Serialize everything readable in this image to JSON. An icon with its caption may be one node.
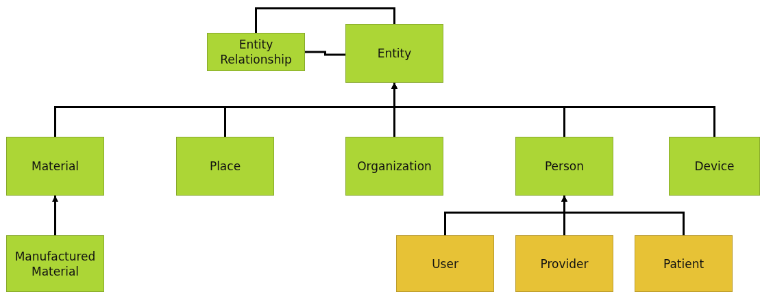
{
  "diagram": {
    "nodes": [
      {
        "text": [
          "Entity Relationship"
        ]
      },
      {
        "text": [
          "Entity"
        ]
      },
      {
        "text": [
          "Material"
        ]
      },
      {
        "text": [
          "Place"
        ]
      },
      {
        "text": [
          "Organization"
        ]
      },
      {
        "text": [
          "Person"
        ]
      },
      {
        "text": [
          "Device"
        ]
      },
      {
        "text": [
          "Manufactured Material"
        ]
      },
      {
        "text": [
          "User"
        ]
      },
      {
        "text": [
          "Provider"
        ]
      },
      {
        "text": [
          "Patient"
        ]
      }
    ],
    "edges": [
      {
        "from": 0,
        "to": 1,
        "arrow": "none"
      },
      {
        "from": 0,
        "to": 1,
        "arrow": "none"
      },
      {
        "from": 2,
        "to": 1,
        "arrow": "to"
      },
      {
        "from": 3,
        "to": 1,
        "arrow": "to"
      },
      {
        "from": 4,
        "to": 1,
        "arrow": "to"
      },
      {
        "from": 5,
        "to": 1,
        "arrow": "to"
      },
      {
        "from": 6,
        "to": 1,
        "arrow": "to"
      },
      {
        "from": 7,
        "to": 2,
        "arrow": "to"
      },
      {
        "from": 8,
        "to": 5,
        "arrow": "to"
      },
      {
        "from": 9,
        "to": 5,
        "arrow": "to"
      },
      {
        "from": 10,
        "to": 5,
        "arrow": "to"
      }
    ]
  }
}
